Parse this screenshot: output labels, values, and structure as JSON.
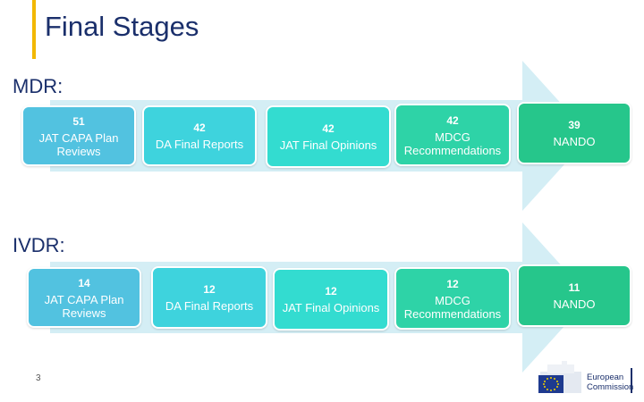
{
  "title": "Final Stages",
  "page_number": "3",
  "logo": {
    "line1": "European",
    "line2": "Commission"
  },
  "colors": {
    "title": "#1a2f6b",
    "accent": "#f2b800",
    "arrow": "#d4eef5",
    "box1": "#52c2e0",
    "box2": "#3ed3dd",
    "box3": "#33dcd0",
    "box4": "#2ed3a7",
    "box5": "#26c68b"
  },
  "sections": [
    {
      "label": "MDR:",
      "stages": [
        {
          "count": "51",
          "line1": "JAT CAPA Plan",
          "line2": "Reviews"
        },
        {
          "count": "42",
          "line1": "DA Final Reports",
          "line2": ""
        },
        {
          "count": "42",
          "line1": "JAT Final Opinions",
          "line2": ""
        },
        {
          "count": "42",
          "line1": "MDCG",
          "line2": "Recommendations"
        },
        {
          "count": "39",
          "line1": "NANDO",
          "line2": ""
        }
      ]
    },
    {
      "label": "IVDR:",
      "stages": [
        {
          "count": "14",
          "line1": "JAT CAPA Plan",
          "line2": "Reviews"
        },
        {
          "count": "12",
          "line1": "DA Final Reports",
          "line2": ""
        },
        {
          "count": "12",
          "line1": "JAT Final Opinions",
          "line2": ""
        },
        {
          "count": "12",
          "line1": "MDCG",
          "line2": "Recommendations"
        },
        {
          "count": "11",
          "line1": "NANDO",
          "line2": ""
        }
      ]
    }
  ]
}
